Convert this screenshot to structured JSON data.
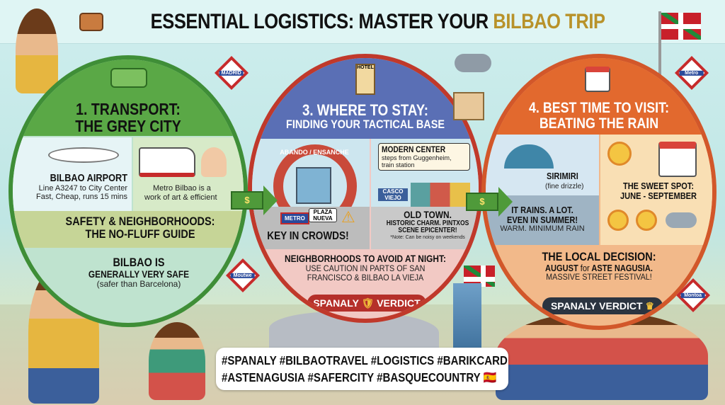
{
  "header": {
    "title_main": "ESSENTIAL LOGISTICS: MASTER YOUR",
    "title_highlight": "BILBAO TRIP",
    "highlight_color": "#b8922a",
    "icon": "suitcase-icon",
    "flag": "basque-flag-icon"
  },
  "signs": {
    "metro_left": "MADRID",
    "metro_right": "Metro",
    "hotel": "HOTEL",
    "metro_mid": "Moutwe",
    "metro_bottom_right": "Montoa"
  },
  "transport": {
    "title_line1": "1. TRANSPORT:",
    "title_line2": "THE GREY CITY",
    "color": "#5aa846",
    "airport": {
      "heading": "BILBAO AIRPORT",
      "line1": "Line A3247 to City Center",
      "line2": "Fast, Cheap, runs 15 mins"
    },
    "metro": {
      "line1": "Metro Bilbao is a",
      "line2": "work of art & efficient"
    },
    "safety": {
      "title_line1": "SAFETY & NEIGHBORHOODS:",
      "title_line2": "THE NO-FLUFF GUIDE",
      "line1": "BILBAO IS",
      "line2": "GENERALLY VERY SAFE",
      "line3": "(safer than Barcelona)"
    }
  },
  "stay": {
    "title_line1": "3. WHERE TO STAY:",
    "title_line2": "FINDING YOUR TACTICAL BASE",
    "color": "#5a6fb5",
    "abando": {
      "arch": "ABANDO / ENSANCHE",
      "metro_sign": "METRO",
      "plaza": "PLAZA NUEVA",
      "warning": "KEY IN CROWDS!"
    },
    "modern": {
      "heading": "MODERN CENTER",
      "line1": "steps from Guggenheim,",
      "line2": "train station",
      "sign": "CASCO VIEJO"
    },
    "old_town": {
      "heading": "OLD TOWN.",
      "line1": "HISTORIC CHARM. PINTXOS",
      "line2": "SCENE EPICENTER!",
      "note": "*Note: Can be noisy on weekends"
    },
    "avoid": {
      "heading": "NEIGHBORHOODS TO AVOID AT NIGHT:",
      "line1": "USE CAUTION IN PARTS OF SAN",
      "line2": "FRANCISCO & BILBAO LA VIEJA"
    },
    "verdict_left": "SPANALY",
    "verdict_right": "VERDICT"
  },
  "timing": {
    "title_line1": "4. BEST TIME TO VISIT:",
    "title_line2": "BEATING THE RAIN",
    "color": "#e2692e",
    "rain": {
      "label": "SIRIMIRI",
      "sub": "(fine drizzle)",
      "line1": "IT RAINS. A LOT.",
      "line2": "EVEN IN SUMMER!",
      "line3": "WARM. MINIMUM RAIN"
    },
    "sweet": {
      "line1": "THE SWEET SPOT:",
      "line2": "JUNE - SEPTEMBER"
    },
    "local": {
      "heading": "THE LOCAL DECISION:",
      "line1_a": "AUGUST",
      "line1_b": "for",
      "line1_c": "ASTE NAGUSIA.",
      "line2": "MASSIVE STREET FESTIVAL!"
    },
    "verdict": "SPANALY VERDICT"
  },
  "money_symbol": "$",
  "hashtags": {
    "line1": "#SPANALY #BILBAOTRAVEL #LOGISTICS #BARIKCARD",
    "line2": "#ASTENAGUSIA #SAFERCITY #BASQUECOUNTRY 🇪🇸"
  }
}
